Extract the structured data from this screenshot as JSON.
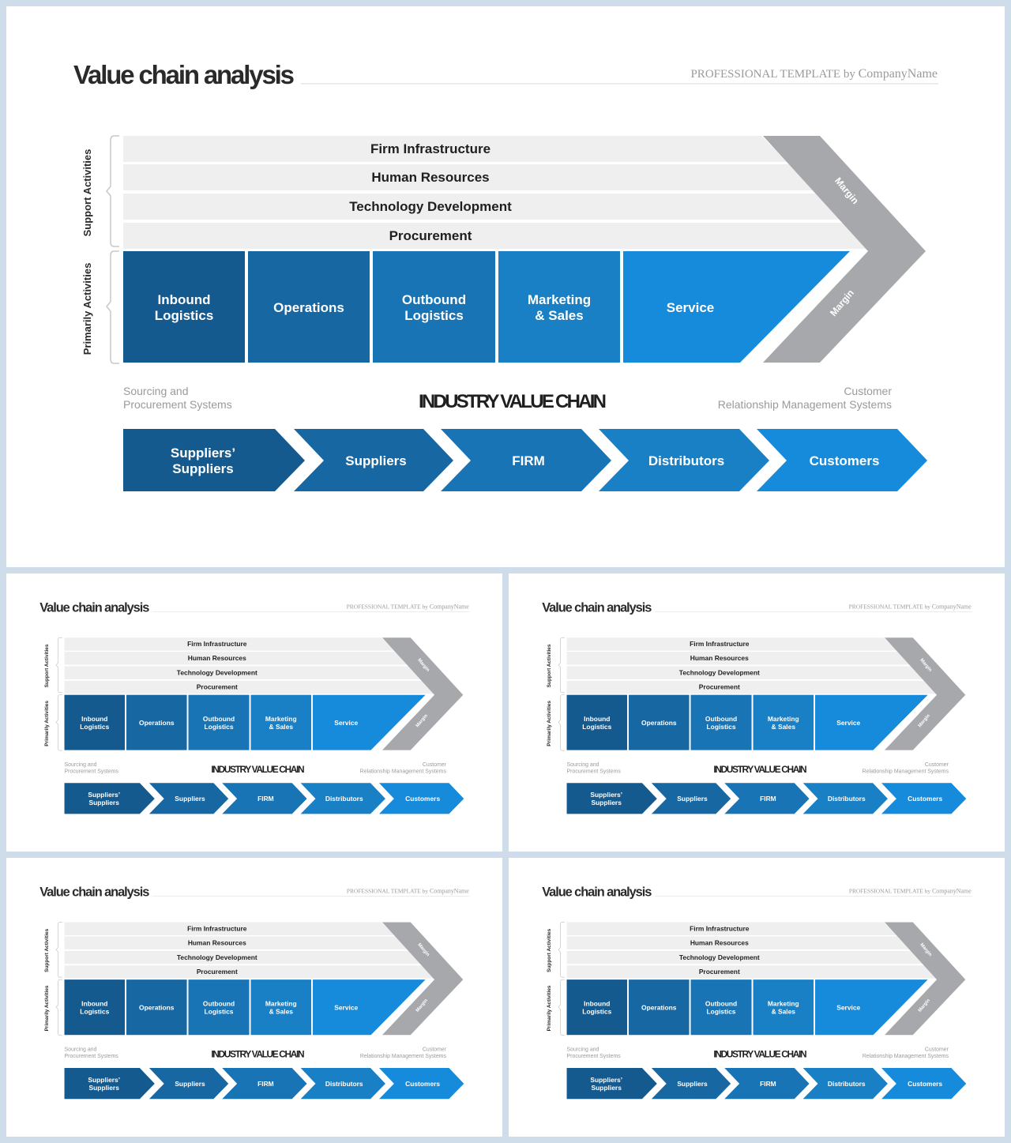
{
  "slide": {
    "title": "Value chain analysis",
    "subtitle_prefix": "PROFESSIONAL TEMPLATE by ",
    "subtitle_company": "CompanyName",
    "support_label": "Support Activities",
    "primary_label": "Primarily Activities",
    "support_bands": [
      "Firm Infrastructure",
      "Human Resources",
      "Technology Development",
      "Procurement"
    ],
    "primary_boxes": [
      {
        "lines": [
          "Inbound",
          "Logistics"
        ],
        "color": "#155a8f"
      },
      {
        "lines": [
          "Operations"
        ],
        "color": "#1767a3"
      },
      {
        "lines": [
          "Outbound",
          "Logistics"
        ],
        "color": "#1874b5"
      },
      {
        "lines": [
          "Marketing",
          "& Sales"
        ],
        "color": "#1a80c6"
      },
      {
        "lines": [
          "Service"
        ],
        "color": "#168adb"
      }
    ],
    "margin_label": "Margin",
    "left_note": [
      "Sourcing and",
      "Procurement Systems"
    ],
    "right_note": [
      "Customer",
      "Relationship Management Systems"
    ],
    "industry_title": "INDUSTRY VALUE CHAIN",
    "chain": [
      {
        "lines": [
          "Suppliers’",
          "Suppliers"
        ],
        "color": "#155a8f"
      },
      {
        "lines": [
          "Suppliers"
        ],
        "color": "#1767a3"
      },
      {
        "lines": [
          "FIRM"
        ],
        "color": "#1874b5"
      },
      {
        "lines": [
          "Distributors"
        ],
        "color": "#1a80c6"
      },
      {
        "lines": [
          "Customers"
        ],
        "color": "#168adb"
      }
    ],
    "colors": {
      "band": "#efefef",
      "margin": "#a7a8ab",
      "bracket": "#c8c8c8",
      "background": "#cfdce9"
    }
  }
}
